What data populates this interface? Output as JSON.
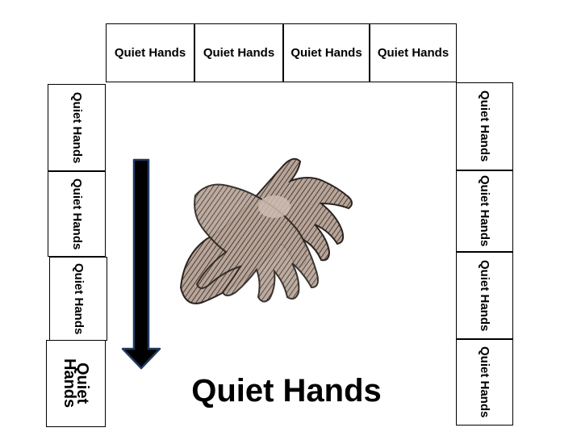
{
  "top_cards": [
    "Quiet Hands",
    "Quiet Hands",
    "Quiet Hands",
    "Quiet Hands"
  ],
  "left_cards": [
    "Quiet Hands",
    "Quiet Hands",
    "Quiet Hands",
    "Quiet Hands"
  ],
  "right_cards": [
    "Quiet Hands",
    "Quiet Hands",
    "Quiet Hands",
    "Quiet Hands"
  ],
  "title": "Quiet Hands",
  "colors": {
    "hands_fill": "#b8a498",
    "hands_stroke": "#2a2420",
    "arrow_fill": "#000000",
    "arrow_stroke": "#1f3a5f"
  },
  "icons": {
    "arrow": "down-arrow-icon",
    "hands": "crossed-hands-icon"
  }
}
